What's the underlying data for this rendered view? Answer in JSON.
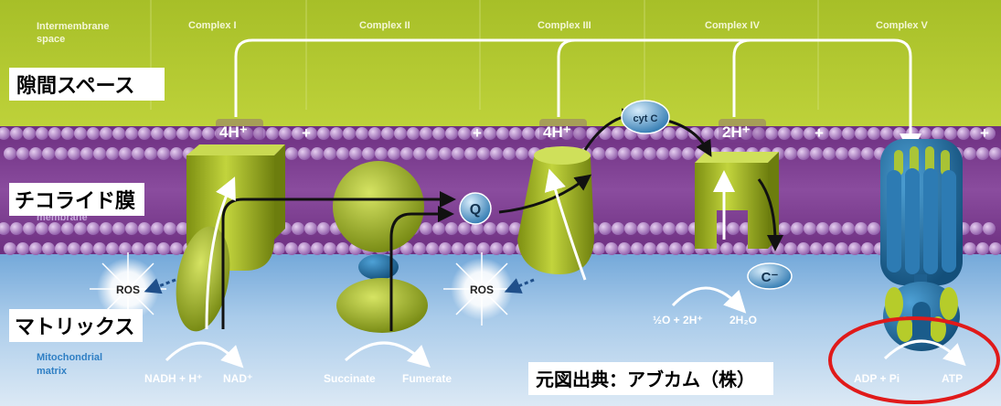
{
  "zones": {
    "intermembrane_label_1": "Intermembrane",
    "intermembrane_label_2": "space",
    "matrix_label_1": "Mitochondrial",
    "matrix_label_2": "matrix",
    "membrane_label_partial_1": "l",
    "membrane_label_partial_2": "membrane"
  },
  "complex_headers": [
    "Complex I",
    "Complex II",
    "Complex III",
    "Complex IV",
    "Complex V"
  ],
  "proton_labels": {
    "c1": "4H⁺",
    "c3": "4H⁺",
    "c4": "2H⁺",
    "plus": "+"
  },
  "carriers": {
    "q": "Q",
    "cytc": "cyt C",
    "c_minus": "C⁻"
  },
  "ros": [
    "ROS",
    "ROS"
  ],
  "reactions": {
    "c1_left": "NADH + H⁺",
    "c1_right": "NAD⁺",
    "c2_left": "Succinate",
    "c2_right": "Fumerate",
    "c4_left": "½O + 2H⁺",
    "c4_right": "2H₂O",
    "c5_left": "ADP + Pi",
    "c5_right": "ATP"
  },
  "jp_labels": {
    "intermembrane": "隙間スペース",
    "membrane": "チコライド膜",
    "matrix": "マトリックス"
  },
  "credit": "元図出典：アブカム（株）",
  "colors": {
    "intermembrane": "#a8c12c",
    "membrane": "#7c3f8f",
    "lipid_head": "#a070b8",
    "matrix": "#6fa6d8",
    "protein_green": "#9aae1f",
    "atp_synthase_blue": "#1f5e8c",
    "highlight_circle": "#e01a1a"
  }
}
